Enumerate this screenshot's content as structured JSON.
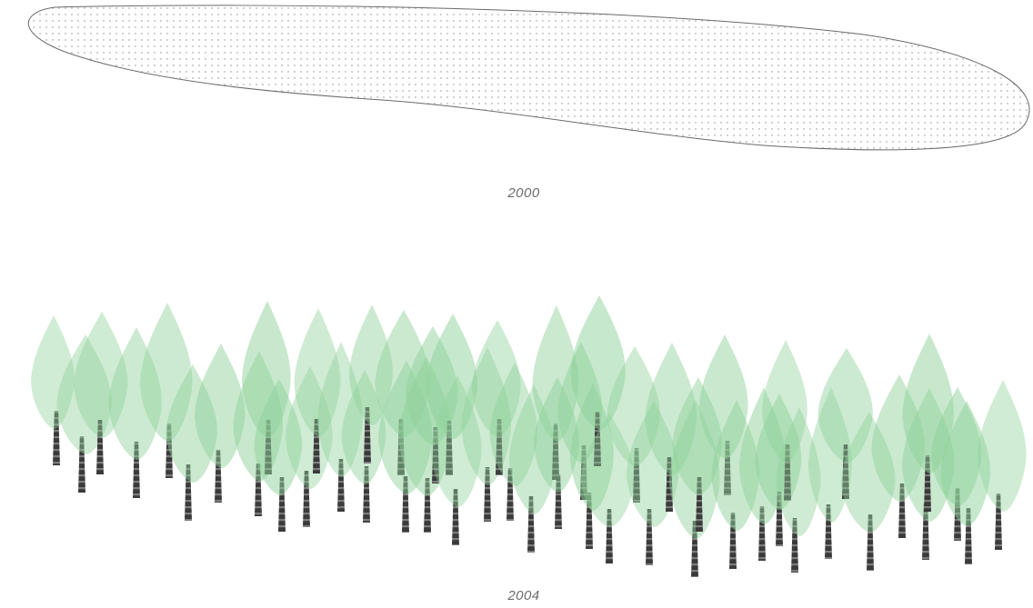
{
  "panels": [
    {
      "year_label": "2000",
      "content": "empty-field"
    },
    {
      "year_label": "2004",
      "content": "planted-trees"
    }
  ],
  "colors": {
    "field_outline": "#6a6a6a",
    "field_dots": "#8a8a8a",
    "canopy": "#8fd19a",
    "trunk_dark": "#333333",
    "trunk_light": "#7a7a7a",
    "caption": "#6b6b6b"
  },
  "icons": [
    "tree-icon"
  ]
}
